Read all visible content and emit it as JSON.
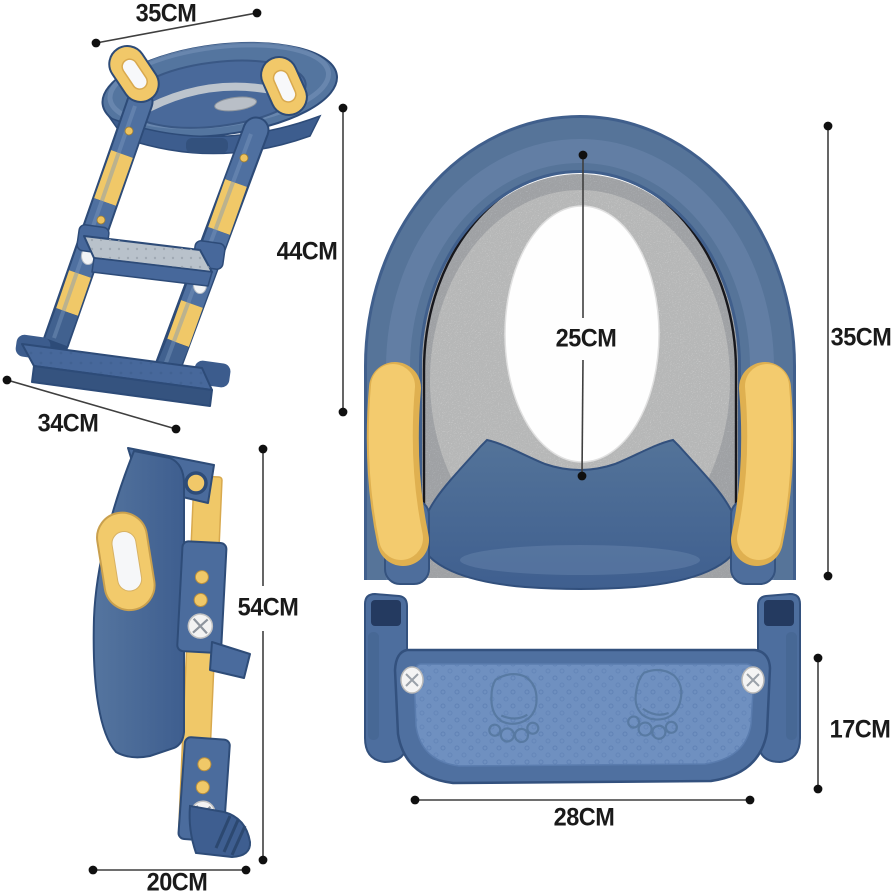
{
  "image_title": "Potty training seat with step ladder - size chart",
  "units": "CM",
  "dimensions": {
    "seat_top_width": "35CM",
    "ladder_height": "44CM",
    "base_depth": "34CM",
    "folded_height": "54CM",
    "folded_depth": "20CM",
    "seat_inner_length": "25CM",
    "seat_outer_length": "35CM",
    "footrest_height": "17CM",
    "footrest_width": "28CM"
  },
  "product_views": [
    {
      "id": "assembled",
      "name": "Assembled step ladder with potty seat, angled side view"
    },
    {
      "id": "folded",
      "name": "Folded ladder, side view"
    },
    {
      "id": "seat-top",
      "name": "Potty seat cushion, top view"
    },
    {
      "id": "footrest",
      "name": "Foot step platform, front view"
    }
  ],
  "colors": {
    "blue": "#4f70a0",
    "blue_dark": "#2d4b78",
    "blue_deep": "#33517e",
    "tread_blue": "#6f90c0",
    "yellow": "#f1c869",
    "yellow_dark": "#d8a94e",
    "gray_pad": "#cdd0d4",
    "white_pad": "#ebecec",
    "dimension_line": "#3f3f3f",
    "label_text": "#1a1a1a",
    "background": "#ffffff"
  }
}
